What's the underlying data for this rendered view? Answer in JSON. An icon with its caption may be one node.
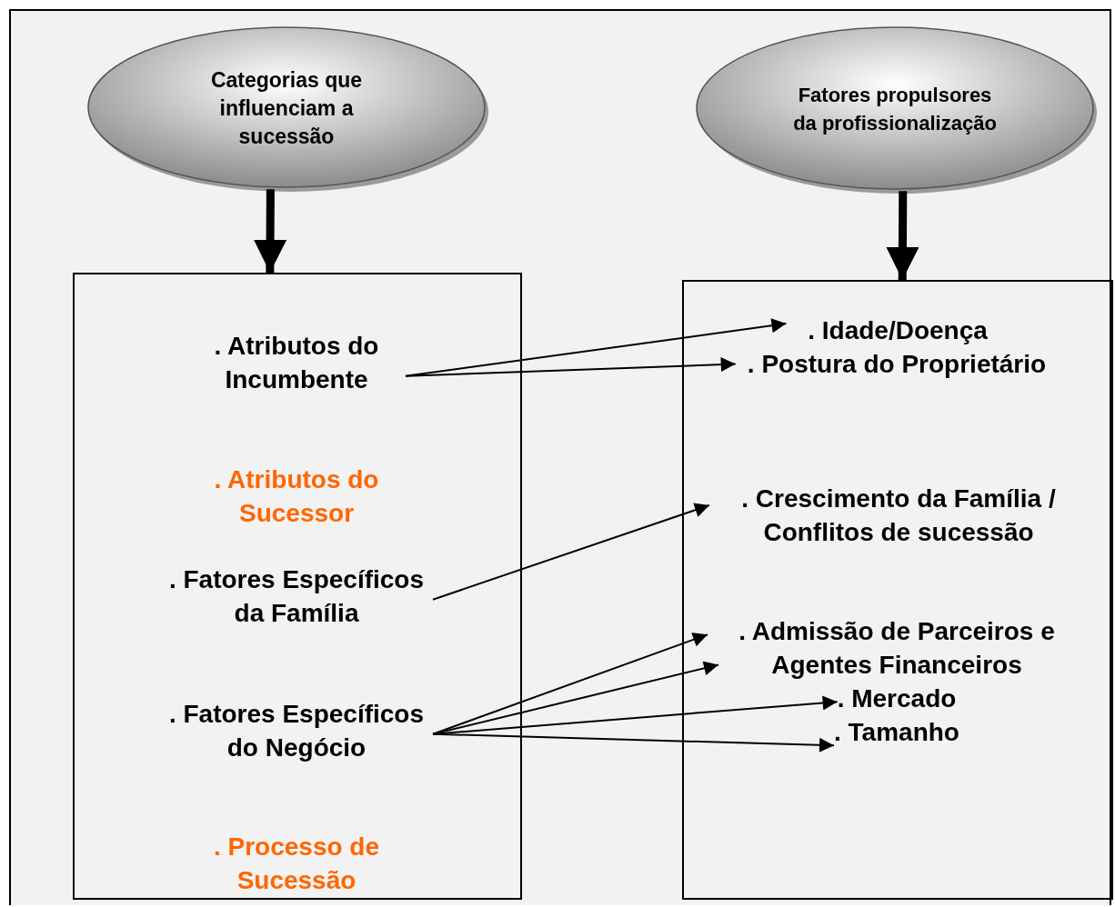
{
  "diagram": {
    "nodes": [
      {
        "text": [
          "Categorias que influenciam a sucessão"
        ]
      },
      {
        "text": [
          "Fatores propulsores da profissionalização"
        ]
      },
      {
        "text": [],
        "shape": "box"
      },
      {
        "text": [
          ". Atributos do Incumbente"
        ],
        "in": 2
      },
      {
        "text": [
          ". Atributos do Sucessor"
        ],
        "in": 2
      },
      {
        "text": [
          ". Fatores Específicos da Família"
        ],
        "in": 2
      },
      {
        "text": [
          ". Fatores Específicos do Negócio"
        ],
        "in": 2
      },
      {
        "text": [
          ". Processo de Sucessão"
        ],
        "in": 2
      },
      {
        "text": [],
        "shape": "box"
      },
      {
        "text": [
          ". Idade/Doença"
        ],
        "in": 8
      },
      {
        "text": [
          ". Postura do Proprietário"
        ],
        "in": 8
      },
      {
        "text": [
          ". Crescimento da Família / Conflitos de sucessão"
        ],
        "in": 8
      },
      {
        "text": [
          ". Admissão de Parceiros e Agentes Financeiros"
        ],
        "in": 8
      },
      {
        "text": [
          ". Mercado"
        ],
        "in": 8
      },
      {
        "text": [
          ". Tamanho"
        ],
        "in": 8
      }
    ],
    "edges": [
      {
        "from": 0,
        "to": 2,
        "arrow": "to",
        "style": "thick"
      },
      {
        "from": 1,
        "to": 8,
        "arrow": "to",
        "style": "thick"
      },
      {
        "from": 3,
        "to": 9,
        "arrow": "to"
      },
      {
        "from": 3,
        "to": 10,
        "arrow": "to"
      },
      {
        "from": 5,
        "to": 11,
        "arrow": "to"
      },
      {
        "from": 6,
        "to": 12,
        "arrow": "to"
      },
      {
        "from": 6,
        "to": 12,
        "arrow": "to"
      },
      {
        "from": 6,
        "to": 13,
        "arrow": "to"
      },
      {
        "from": 6,
        "to": 14,
        "arrow": "to"
      }
    ]
  }
}
